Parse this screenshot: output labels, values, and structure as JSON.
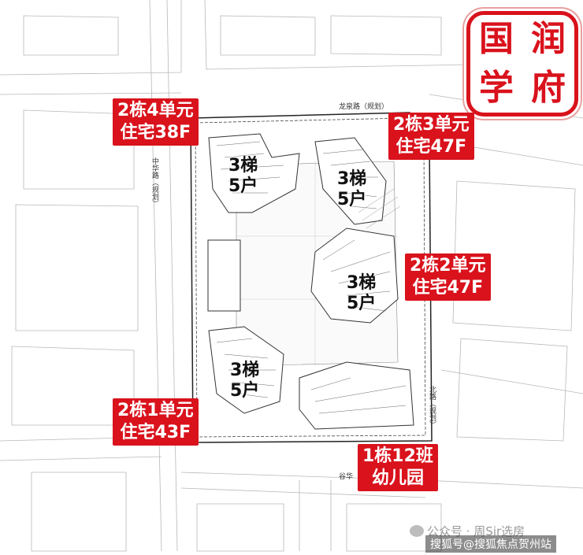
{
  "logo": {
    "chars": [
      "国",
      "润",
      "学",
      "府"
    ]
  },
  "buildings": [
    {
      "id": "b2u4",
      "line1": "2栋4单元",
      "line2": "住宅38F"
    },
    {
      "id": "b2u3",
      "line1": "2栋3单元",
      "line2": "住宅47F"
    },
    {
      "id": "b2u2",
      "line1": "2栋2单元",
      "line2": "住宅47F"
    },
    {
      "id": "b2u1",
      "line1": "2栋1单元",
      "line2": "住宅43F"
    },
    {
      "id": "b1",
      "line1": "1栋12班",
      "line2": "幼儿园"
    }
  ],
  "stairs": [
    {
      "line1": "3梯",
      "line2": "5户"
    },
    {
      "line1": "3梯",
      "line2": "5户"
    },
    {
      "line1": "3梯",
      "line2": "5户"
    },
    {
      "line1": "3梯",
      "line2": "5户"
    }
  ],
  "roads": {
    "north": "龙泉路（规划）",
    "west": "中华路（规划）",
    "east": "北路（规划）",
    "south": "谷华"
  },
  "watermark": {
    "line1": "公众号 · 周Sir选房",
    "line2": "搜狐号@搜狐焦点贺州站"
  },
  "colors": {
    "label_bg": "#d9121c",
    "label_text": "#ffffff",
    "lines": "#9a9a9a"
  }
}
